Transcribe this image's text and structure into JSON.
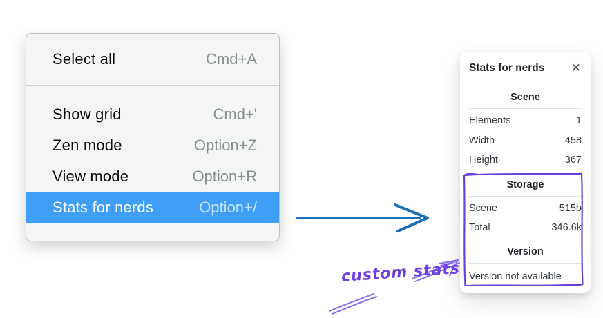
{
  "menu": {
    "items": [
      {
        "label": "Select all",
        "shortcut": "Cmd+A",
        "selected": false
      },
      {
        "label": "Show grid",
        "shortcut": "Cmd+'",
        "selected": false
      },
      {
        "label": "Zen mode",
        "shortcut": "Option+Z",
        "selected": false
      },
      {
        "label": "View mode",
        "shortcut": "Option+R",
        "selected": false
      },
      {
        "label": "Stats for nerds",
        "shortcut": "Option+/",
        "selected": true
      }
    ]
  },
  "panel": {
    "title": "Stats for nerds",
    "close_icon": "✕",
    "sections": [
      {
        "title": "Scene",
        "rows": [
          {
            "label": "Elements",
            "value": "1"
          },
          {
            "label": "Width",
            "value": "458"
          },
          {
            "label": "Height",
            "value": "367"
          }
        ]
      },
      {
        "title": "Storage",
        "rows": [
          {
            "label": "Scene",
            "value": "515b"
          },
          {
            "label": "Total",
            "value": "346.6k"
          }
        ]
      },
      {
        "title": "Version",
        "note": "Version not available"
      }
    ]
  },
  "annotation": {
    "label": "custom stats"
  },
  "colors": {
    "menu_highlight": "#3f9ef6",
    "arrow_blue": "#1d6fb8",
    "annotation_violet": "#6d3ee1",
    "sketch_box_violet": "#6741d9",
    "annotation_arrow_violet": "#8a6eeb"
  }
}
